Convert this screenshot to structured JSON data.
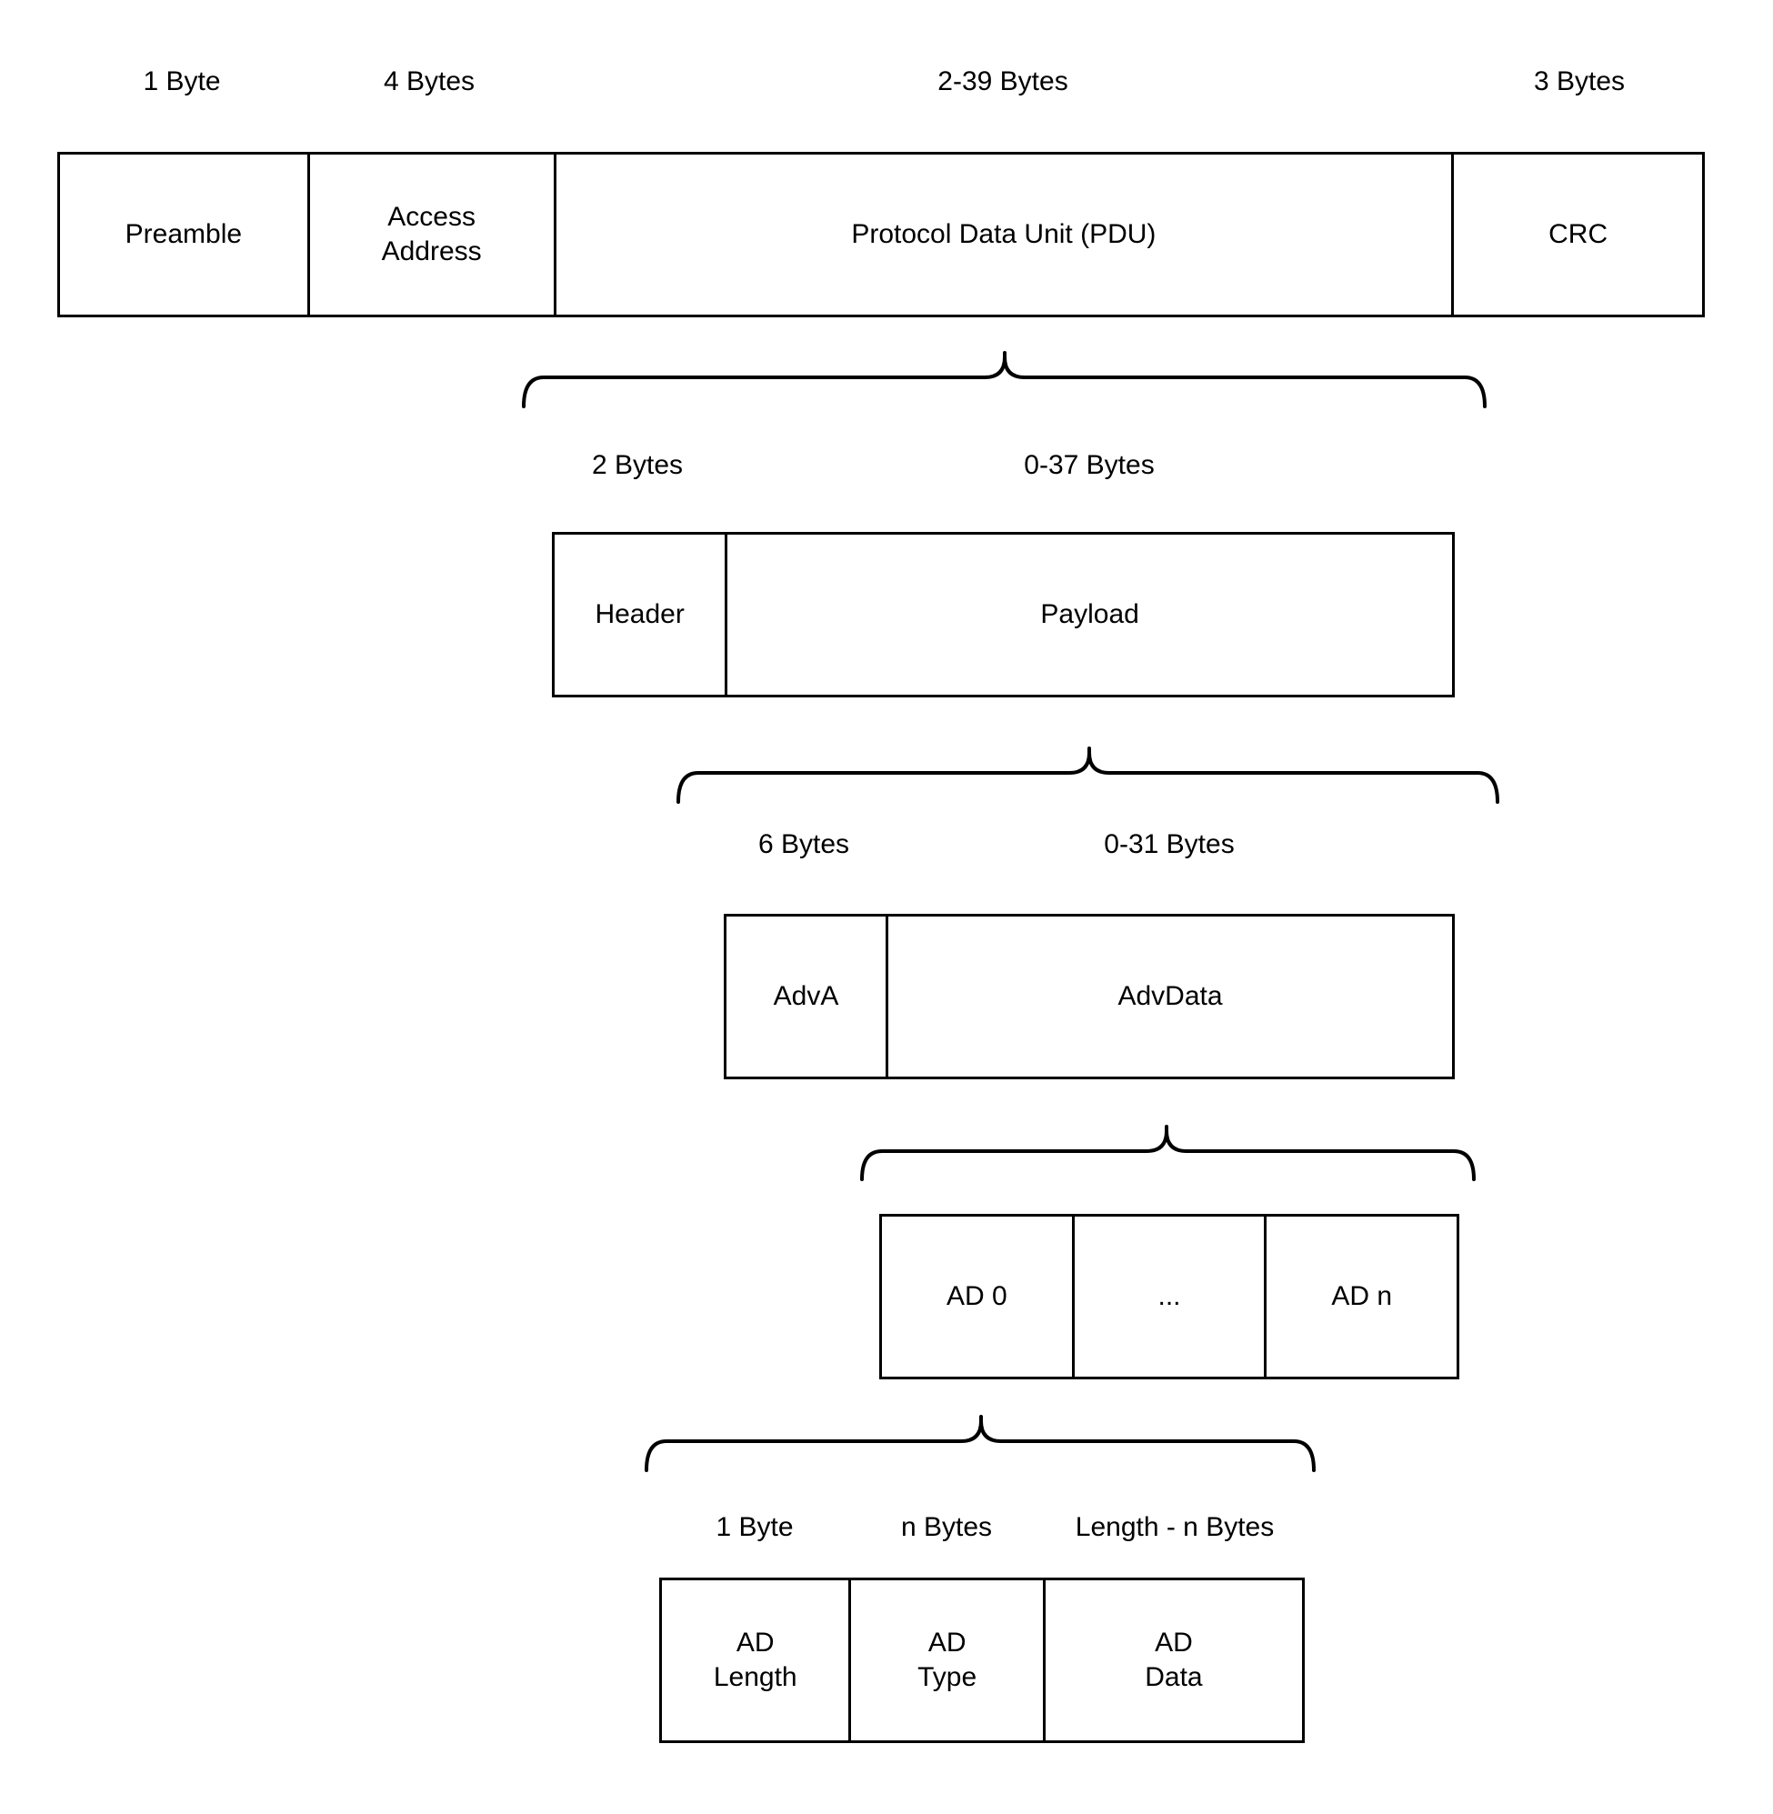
{
  "colors": {
    "background": "#ffffff",
    "line": "#000000",
    "text": "#000000"
  },
  "packet": {
    "size_labels": [
      "1 Byte",
      "4 Bytes",
      "2-39 Bytes",
      "3 Bytes"
    ],
    "fields": [
      "Preamble",
      "Access\nAddress",
      "Protocol Data Unit (PDU)",
      "CRC"
    ]
  },
  "pdu": {
    "size_labels": [
      "2 Bytes",
      "0-37 Bytes"
    ],
    "fields": [
      "Header",
      "Payload"
    ]
  },
  "payload": {
    "size_labels": [
      "6 Bytes",
      "0-31 Bytes"
    ],
    "fields": [
      "AdvA",
      "AdvData"
    ]
  },
  "advdata": {
    "fields": [
      "AD 0",
      "...",
      "AD n"
    ]
  },
  "ad_structure": {
    "size_labels": [
      "1 Byte",
      "n Bytes",
      "Length - n Bytes"
    ],
    "fields": [
      "AD\nLength",
      "AD\nType",
      "AD\nData"
    ]
  }
}
